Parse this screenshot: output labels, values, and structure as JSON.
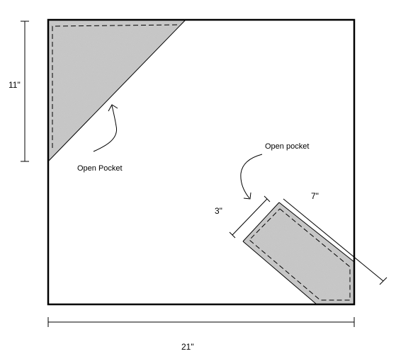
{
  "labels": {
    "height": "11\"",
    "width": "21\"",
    "pocket_top_left": "Open Pocket",
    "pocket_bottom_right": "Open pocket",
    "pocket_depth": "3\"",
    "pocket_length": "7\""
  },
  "colors": {
    "outline": "#000000",
    "shading": "#c2c2c2",
    "background": "#ffffff"
  }
}
